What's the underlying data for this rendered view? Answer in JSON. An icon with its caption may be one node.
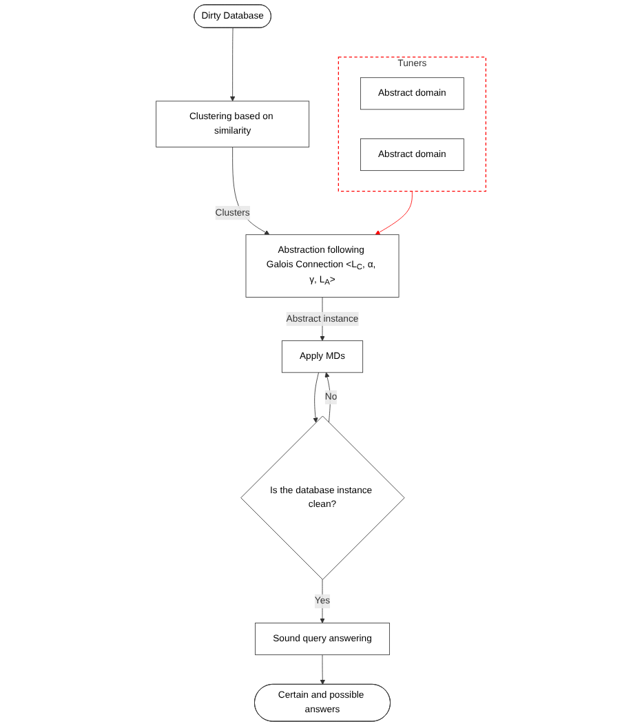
{
  "diagram": {
    "nodes": [
      {
        "text": [
          "Dirty Database"
        ]
      },
      {
        "text": [
          "Clustering based on similarity"
        ]
      },
      {
        "text": [
          "Tuners"
        ]
      },
      {
        "text": [
          "Abstract domain"
        ],
        "in": 2
      },
      {
        "text": [
          "Abstract domain"
        ],
        "in": 2
      },
      {
        "text": [
          "Abstraction following Galois Connection <L$_{C}$, α, γ, L$_{A}$>"
        ]
      },
      {
        "text": [
          "Apply MDs"
        ]
      },
      {
        "text": [
          "Is the database instance clean?"
        ]
      },
      {
        "text": [
          "Sound query answering"
        ]
      },
      {
        "text": [
          "Certain and possible answers"
        ]
      }
    ],
    "edges": [
      {
        "from": 0,
        "to": 1,
        "arrow": "to"
      },
      {
        "from": 1,
        "to": 5,
        "arrow": "to",
        "label": "Clusters"
      },
      {
        "from": 2,
        "to": 5,
        "arrow": "to",
        "color": "#ff0000"
      },
      {
        "from": 5,
        "to": 6,
        "arrow": "to",
        "label": "Abstract instance"
      },
      {
        "from": 6,
        "to": 7,
        "arrow": "to"
      },
      {
        "from": 7,
        "to": 6,
        "arrow": "to",
        "label": "No"
      },
      {
        "from": 7,
        "to": 8,
        "arrow": "to",
        "label": "Yes"
      },
      {
        "from": 8,
        "to": 9,
        "arrow": "to"
      }
    ]
  }
}
